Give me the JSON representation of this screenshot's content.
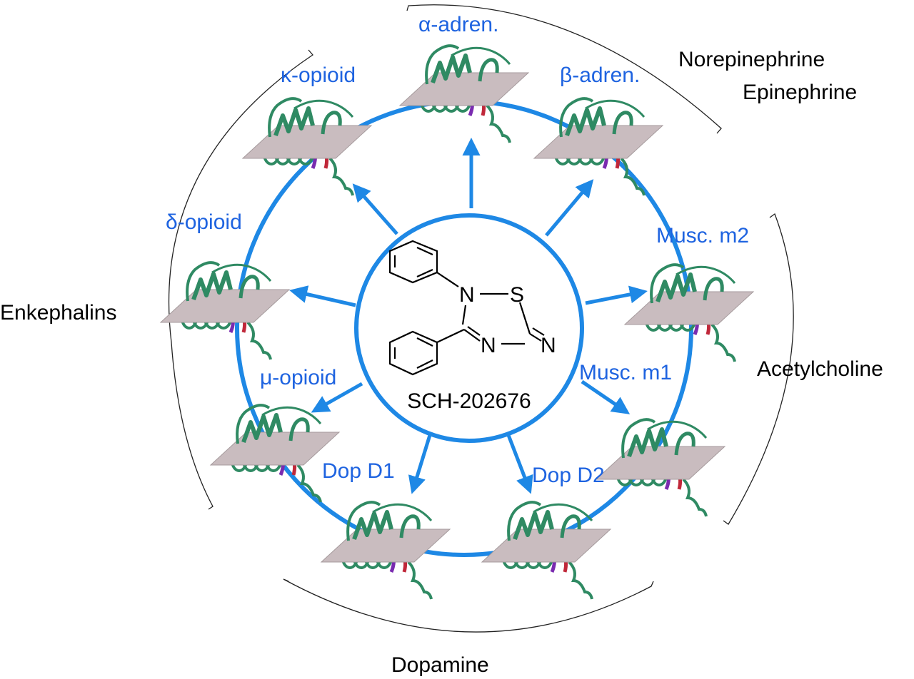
{
  "compound": {
    "name": "SCH-202676",
    "atoms": {
      "n_ring": "N",
      "s_ring": "S",
      "n_lower": "N",
      "n_imine": "N"
    }
  },
  "receptors": [
    {
      "id": "alpha-adren",
      "label": "α-adren."
    },
    {
      "id": "beta-adren",
      "label": "β-adren."
    },
    {
      "id": "musc-m2",
      "label": "Musc. m2"
    },
    {
      "id": "musc-m1",
      "label": "Musc. m1"
    },
    {
      "id": "dop-d2",
      "label": "Dop D2"
    },
    {
      "id": "dop-d1",
      "label": "Dop D1"
    },
    {
      "id": "mu-opioid",
      "label": "μ-opioid"
    },
    {
      "id": "delta-opioid",
      "label": "δ-opioid"
    },
    {
      "id": "kappa-opioid",
      "label": "κ-opioid"
    }
  ],
  "ligand_groups": [
    {
      "id": "norepinephrine",
      "lines": [
        "Norepinephrine",
        "Epinephrine"
      ]
    },
    {
      "id": "acetylcholine",
      "lines": [
        "Acetylcholine"
      ]
    },
    {
      "id": "dopamine",
      "lines": [
        "Dopamine"
      ]
    },
    {
      "id": "enkephalins",
      "lines": [
        "Enkephalins"
      ]
    }
  ],
  "colors": {
    "ring": "#1e88e5",
    "receptor_label": "#1e63e0",
    "membrane": "#c9bcbf",
    "helix": "#2f8a63",
    "loop_purple": "#7a2bb0",
    "loop_red": "#c0283a"
  }
}
